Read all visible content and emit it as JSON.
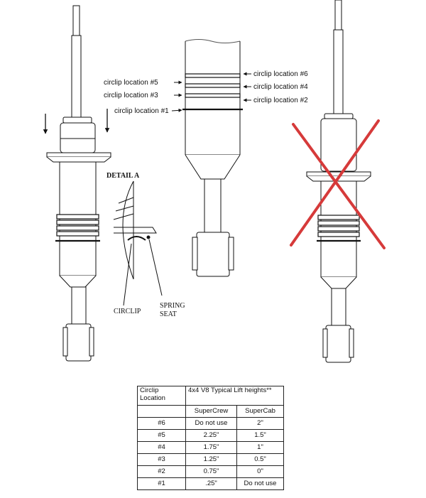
{
  "labels": {
    "loc6": "circlip location #6",
    "loc5": "circlip location #5",
    "loc4": "circlip location #4",
    "loc3": "circlip location #3",
    "loc2": "circlip location #2",
    "loc1": "circlip location #1",
    "detail": "DETAIL A",
    "circlip": "CIRCLIP",
    "spring_seat_1": "SPRING",
    "spring_seat_2": "SEAT"
  },
  "table": {
    "header_col1": "Circlip Location",
    "header_col2": "4x4 V8 Typical Lift heights**",
    "sub_col2": "SuperCrew",
    "sub_col3": "SuperCab",
    "rows": [
      {
        "loc": "#6",
        "supercrew": "Do not use",
        "supercab": "2\""
      },
      {
        "loc": "#5",
        "supercrew": "2.25\"",
        "supercab": "1.5\""
      },
      {
        "loc": "#4",
        "supercrew": "1.75\"",
        "supercab": "1\""
      },
      {
        "loc": "#3",
        "supercrew": "1.25\"",
        "supercab": "0.5\""
      },
      {
        "loc": "#2",
        "supercrew": "0.75\"",
        "supercab": "0\""
      },
      {
        "loc": "#1",
        "supercrew": ".25\"",
        "supercab": "Do not use"
      }
    ]
  },
  "colors": {
    "cross": "#d63a3a",
    "line": "#111111"
  },
  "icons": [
    "down-arrow-icon",
    "right-arrow-icon",
    "left-arrow-icon",
    "red-x-icon"
  ]
}
